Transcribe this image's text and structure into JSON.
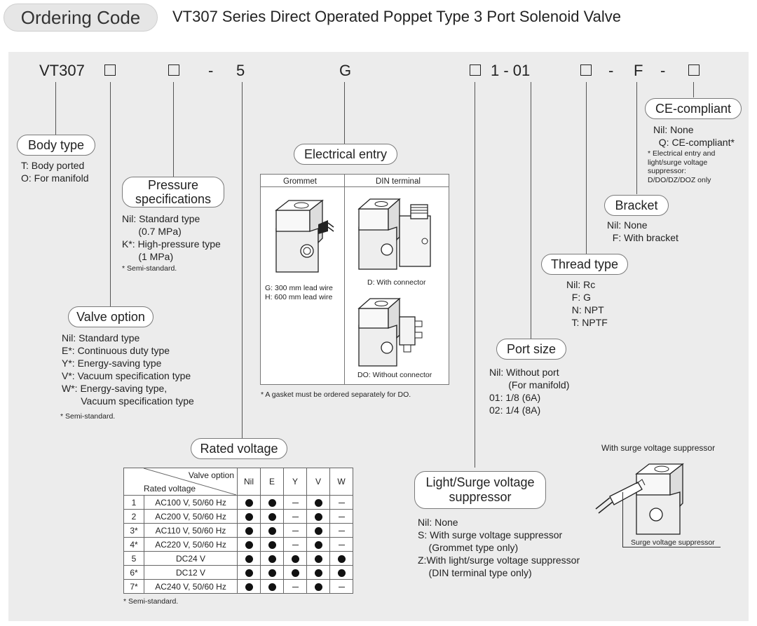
{
  "header": {
    "badge": "Ordering Code",
    "title": "VT307 Series Direct Operated Poppet Type 3 Port Solenoid Valve"
  },
  "code": {
    "prefix": "VT307",
    "dash1": "-",
    "five": "5",
    "g": "G",
    "one01": "1 - 01",
    "dash2": "-",
    "f": "F",
    "dash3": "-"
  },
  "body_type": {
    "label": "Body type",
    "options": "T: Body ported\nO: For manifold"
  },
  "pressure": {
    "label": "Pressure\nspecifications",
    "options": "Nil: Standard type\n      (0.7 MPa)\nK*: High-pressure type\n      (1 MPa)",
    "note": "* Semi-standard."
  },
  "valve_option": {
    "label": "Valve option",
    "options": "Nil: Standard type\nE*: Continuous duty type\nY*: Energy-saving type\nV*: Vacuum specification type\nW*: Energy-saving type,\n       Vacuum specification type",
    "note": "* Semi-standard."
  },
  "electrical_entry": {
    "label": "Electrical entry",
    "col_grommet": "Grommet",
    "col_din": "DIN terminal",
    "grommet_text": "G: 300 mm lead wire\nH: 600 mm lead wire",
    "d_text": "D: With connector",
    "do_text": "DO: Without connector",
    "note": "* A gasket must be ordered separately for DO."
  },
  "rated_voltage": {
    "label": "Rated voltage",
    "hdr_valve": "Valve option",
    "hdr_rated": "Rated voltage",
    "cols": [
      "Nil",
      "E",
      "Y",
      "V",
      "W"
    ],
    "rows": [
      {
        "no": "1",
        "v": "AC100 V, 50/60 Hz",
        "m": [
          "dot",
          "dot",
          "dash",
          "dot",
          "dash"
        ]
      },
      {
        "no": "2",
        "v": "AC200 V, 50/60 Hz",
        "m": [
          "dot",
          "dot",
          "dash",
          "dot",
          "dash"
        ]
      },
      {
        "no": "3*",
        "v": "AC110 V, 50/60 Hz",
        "m": [
          "dot",
          "dot",
          "dash",
          "dot",
          "dash"
        ]
      },
      {
        "no": "4*",
        "v": "AC220 V, 50/60 Hz",
        "m": [
          "dot",
          "dot",
          "dash",
          "dot",
          "dash"
        ]
      },
      {
        "no": "5",
        "v": "DC24 V",
        "m": [
          "dot",
          "dot",
          "dot",
          "dot",
          "dot"
        ]
      },
      {
        "no": "6*",
        "v": "DC12 V",
        "m": [
          "dot",
          "dot",
          "dot",
          "dot",
          "dot"
        ]
      },
      {
        "no": "7*",
        "v": "AC240 V, 50/60 Hz",
        "m": [
          "dot",
          "dot",
          "dash",
          "dot",
          "dash"
        ]
      }
    ],
    "note": "* Semi-standard."
  },
  "ce": {
    "label": "CE-compliant",
    "options": "Nil: None\n  Q: CE-compliant*",
    "note": "* Electrical entry and\nlight/surge voltage\nsuppressor:\nD/DO/DZ/DOZ only"
  },
  "bracket": {
    "label": "Bracket",
    "options": "Nil: None\n  F: With bracket"
  },
  "thread": {
    "label": "Thread type",
    "options": "Nil: Rc\n  F: G\n  N: NPT\n  T: NPTF"
  },
  "port": {
    "label": "Port size",
    "options": "Nil: Without port\n       (For manifold)\n01: 1/8 (6A)\n02: 1/4 (8A)"
  },
  "light": {
    "label": "Light/Surge voltage\nsuppressor",
    "options": "Nil: None\nS: With surge voltage suppressor\n    (Grommet type only)\nZ:With light/surge voltage suppressor\n    (DIN terminal type only)"
  },
  "surge_fig": {
    "title": "With surge voltage suppressor",
    "callout": "Surge voltage suppressor"
  }
}
